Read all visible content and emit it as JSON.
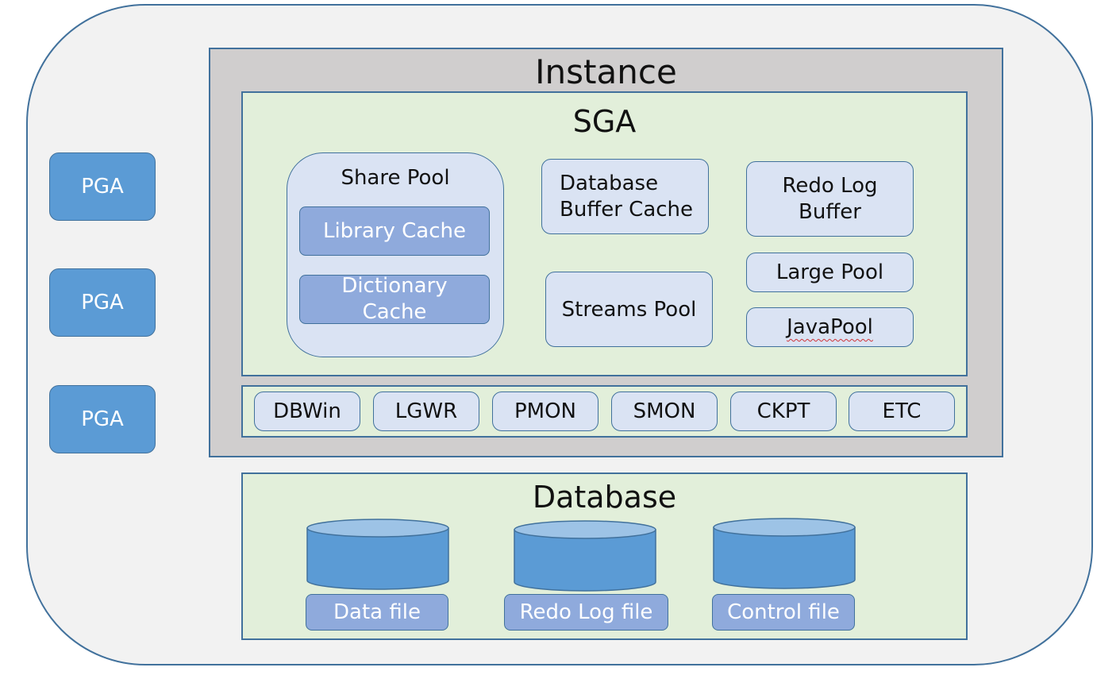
{
  "pga": {
    "labels": [
      "PGA",
      "PGA",
      "PGA"
    ]
  },
  "instance": {
    "title": "Instance"
  },
  "sga": {
    "title": "SGA",
    "share_pool": {
      "label": "Share Pool",
      "library_cache": "Library Cache",
      "dictionary_cache_line1": "Dictionary",
      "dictionary_cache_line2": "Cache"
    },
    "buffer_cache_line1": "Database",
    "buffer_cache_line2": "Buffer Cache",
    "redo_buffer_line1": "Redo Log",
    "redo_buffer_line2": "Buffer",
    "streams_pool": "Streams Pool",
    "large_pool": "Large Pool",
    "java_pool": "JavaPool"
  },
  "processes": [
    "DBWin",
    "LGWR",
    "PMON",
    "SMON",
    "CKPT",
    "ETC"
  ],
  "database": {
    "title": "Database",
    "files": [
      "Data file",
      "Redo Log file",
      "Control file"
    ]
  },
  "colors": {
    "outline": "#41719c",
    "pga_fill": "#5b9bd5",
    "instance_fill": "#d0cece",
    "sga_fill": "#e2efda",
    "pale_box": "#dae3f3",
    "mid_box": "#8faadc",
    "cylinder_body": "#5b9bd5",
    "cylinder_top": "#9dc3e6"
  }
}
